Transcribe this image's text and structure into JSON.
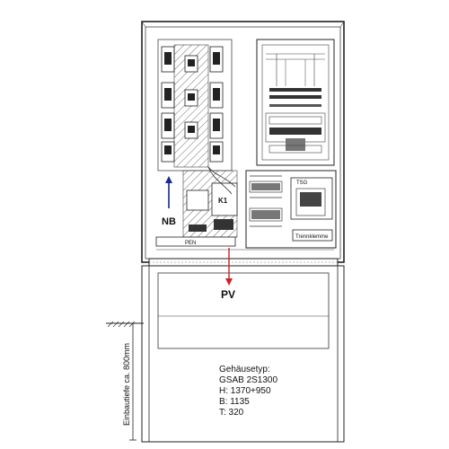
{
  "labels": {
    "nb": "NB",
    "pv": "PV",
    "k1": "K1",
    "pen": "PEN",
    "tsg": "TSG",
    "trennklemme": "Trennklemme",
    "einbautiefe": "Einbautiefe ca. 800mm"
  },
  "spec": {
    "title": "Gehäusetyp:",
    "model": "GSAB 2S1300",
    "height": "H: 1370+950",
    "width": "B: 1135",
    "depth": "T: 320"
  },
  "colors": {
    "line": "#222222",
    "nb_arrow": "#1a2a8c",
    "pv_arrow": "#cc2222"
  }
}
